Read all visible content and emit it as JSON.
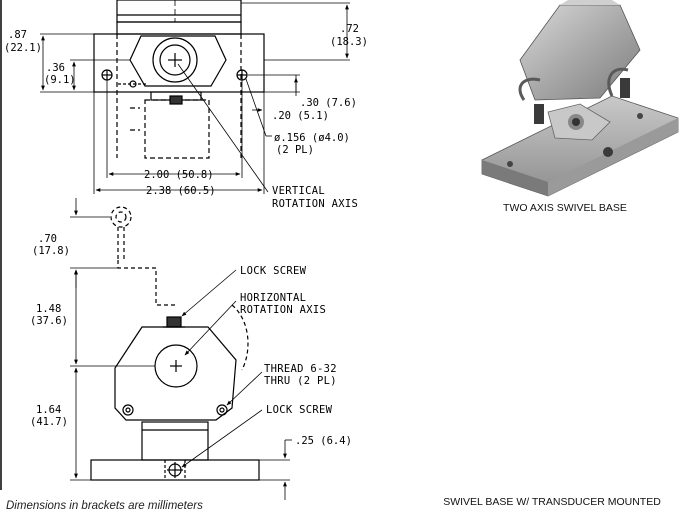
{
  "drawing": {
    "top_view_dims": {
      "d087": ".87",
      "d087_mm": "(22.1)",
      "d036": ".36",
      "d036_mm": "(9.1)",
      "d072": ".72",
      "d072_mm": "(18.3)",
      "d030": ".30 (7.6)",
      "d020": ".20 (5.1)",
      "hole": "ø.156  (ø4.0)",
      "hole_count": "(2 PL)",
      "d200": "2.00 (50.8)",
      "d238": "2.38 (60.5)",
      "vertical_axis_1": "VERTICAL",
      "vertical_axis_2": "ROTATION AXIS"
    },
    "side_view_dims": {
      "d070": ".70",
      "d070_mm": "(17.8)",
      "d148": "1.48",
      "d148_mm": "(37.6)",
      "d164": "1.64",
      "d164_mm": "(41.7)",
      "d025": ".25 (6.4)",
      "lock_screw_top": "LOCK SCREW",
      "horizontal_axis_1": "HORIZONTAL",
      "horizontal_axis_2": "ROTATION AXIS",
      "thread_1": "THREAD 6-32",
      "thread_2": "THRU (2 PL)",
      "lock_screw_bottom": "LOCK SCREW"
    }
  },
  "photos": {
    "top_caption": "TWO AXIS SWIVEL BASE",
    "bottom_caption": "SWIVEL BASE W/ TRANSDUCER MOUNTED"
  },
  "footer": {
    "note": "Dimensions in brackets are millimeters"
  }
}
